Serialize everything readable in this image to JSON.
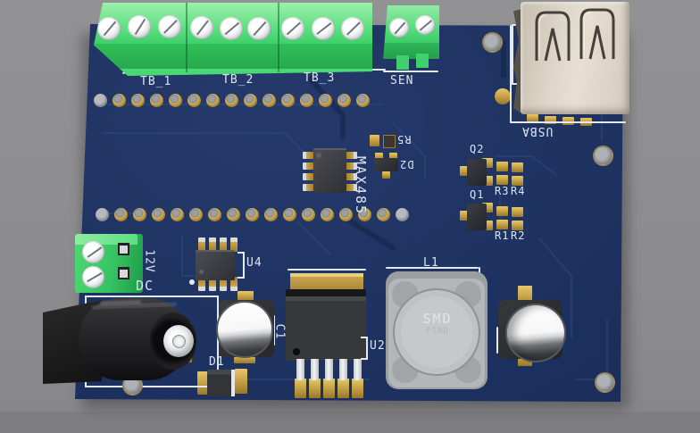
{
  "scene": {
    "view": "pcb-3d-render",
    "background_color": "#8c8c8e",
    "board_color": "#1d3160",
    "silkscreen_color": "#dde4ee",
    "copper_color": "#c19c42",
    "connector_green": "#3ecf69",
    "usb_shell_color": "#d9d2c4",
    "inductor_color": "#b4b7b9"
  },
  "board": {
    "silkscreen": {
      "tb1": "TB_1",
      "tb2": "TB_2",
      "tb3": "TB_3",
      "sen": "SEN",
      "usba": "USBA",
      "max485": "MAX485",
      "r5": "R5",
      "d2": "D2",
      "q2": "Q2",
      "q1": "Q1",
      "r3": "R3",
      "r4": "R4",
      "r1": "R1",
      "r2": "R2",
      "v12": "12V",
      "dc": "DC",
      "u4": "U4",
      "c1": "C1",
      "d1": "D1",
      "u2": "U2",
      "l1": "L1"
    },
    "component_markings": {
      "inductor_line1": "SMD",
      "inductor_line2": "FIND"
    }
  }
}
